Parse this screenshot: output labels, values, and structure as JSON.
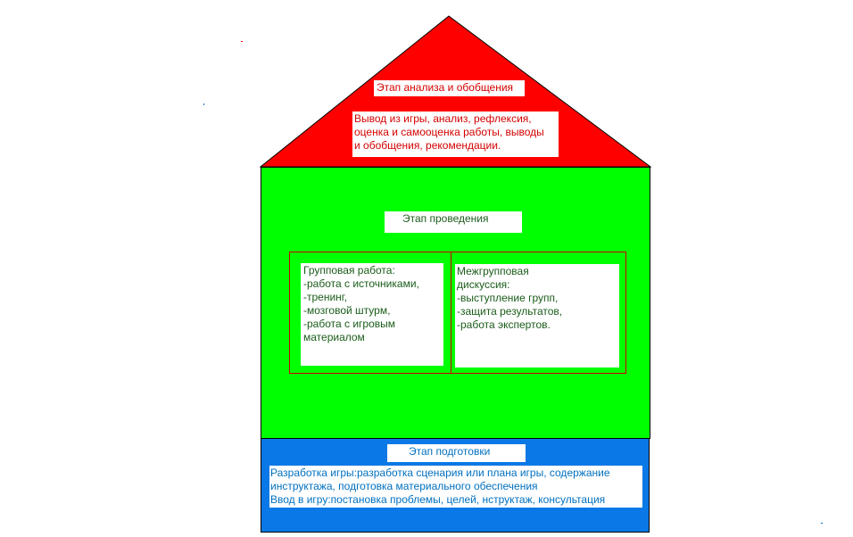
{
  "roof": {
    "title": "Этап анализа и обобщения",
    "text": "Вывод из игры, анализ, рефлексия,\nоценка и самооценка работы, выводы\nи обобщения, рекомендации."
  },
  "walls": {
    "title": "Этап проведения",
    "group_work": "Групповая работа:\n-работа с источниками,\n-тренинг,\n-мозговой штурм,\n-работа с игровым\nматериалом",
    "intergroup": "Межгрупповая\nдискуссия:\n-выступление групп,\n-защита результатов,\n-работа экспертов."
  },
  "base": {
    "title": "Этап подготовки",
    "text": "Разработка игры:разработка сценария или плана игры, содержание\nинструктажа, подготовка материального обеспечения\nВвод в игру:постановка проблемы, целей, нструктаж, консультация"
  },
  "colors": {
    "roof": "#ff0000",
    "walls": "#00ff00",
    "base": "#0a78e6"
  }
}
